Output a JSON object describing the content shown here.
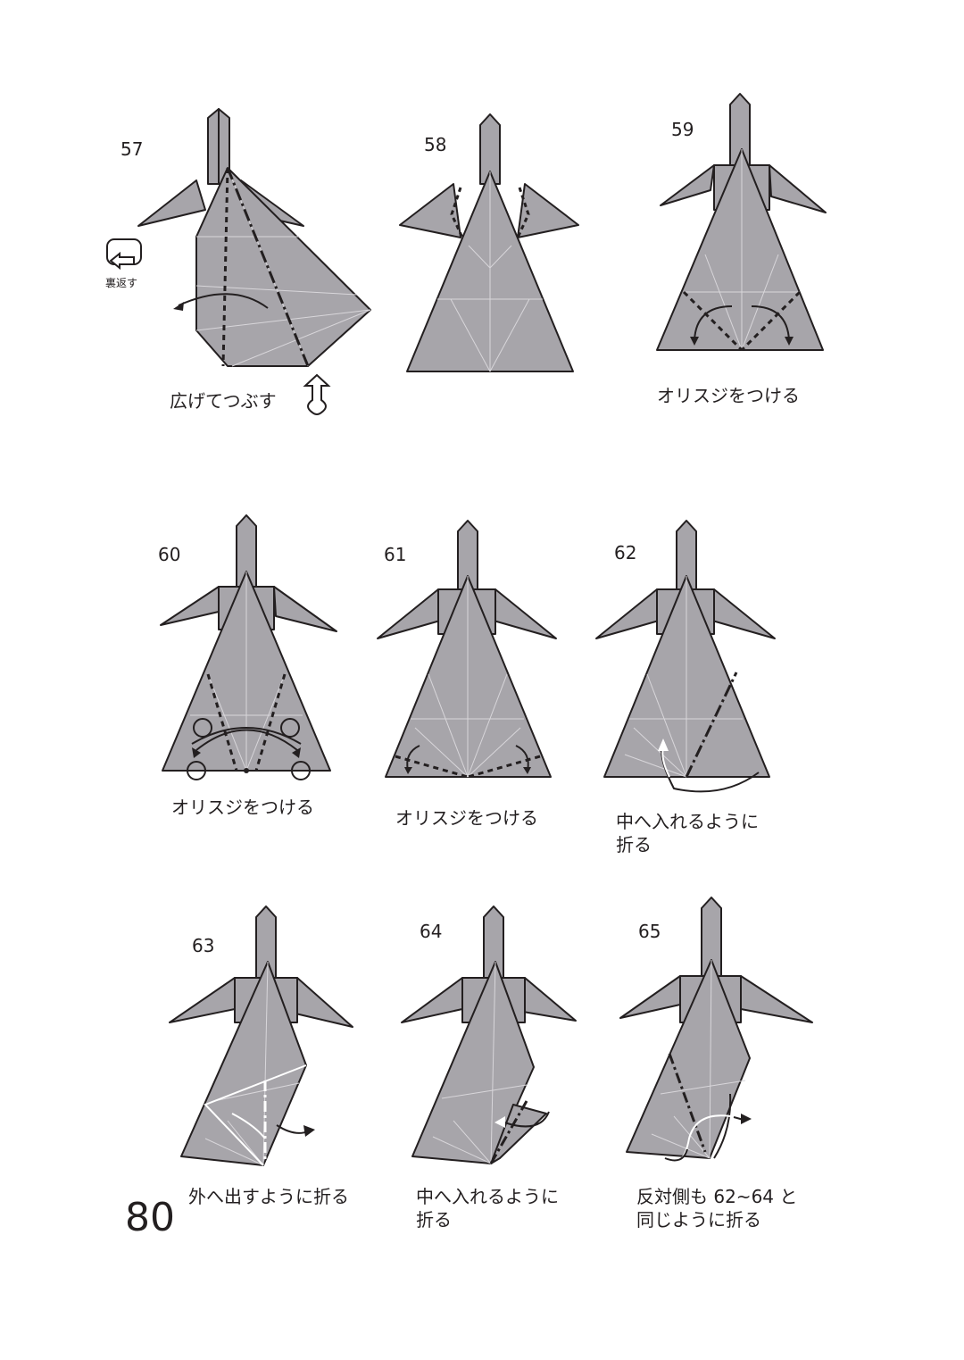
{
  "page_number": "80",
  "colors": {
    "paper": "#a7a5aa",
    "outline": "#231f20",
    "crease": "#d8d6da",
    "highlight": "#ffffff"
  },
  "steps": [
    {
      "number": "57",
      "caption": "広げてつぶす",
      "aside_label": "裏返す",
      "icons": [
        "turn-over-icon",
        "push-arrow-icon"
      ]
    },
    {
      "number": "58",
      "caption": ""
    },
    {
      "number": "59",
      "caption": "オリスジをつける"
    },
    {
      "number": "60",
      "caption": "オリスジをつける"
    },
    {
      "number": "61",
      "caption": "オリスジをつける"
    },
    {
      "number": "62",
      "caption": "中へ入れるように\n折る"
    },
    {
      "number": "63",
      "caption": "外へ出すように折る"
    },
    {
      "number": "64",
      "caption": "中へ入れるように\n折る"
    },
    {
      "number": "65",
      "caption": "反対側も 62~64 と\n同じように折る"
    }
  ]
}
